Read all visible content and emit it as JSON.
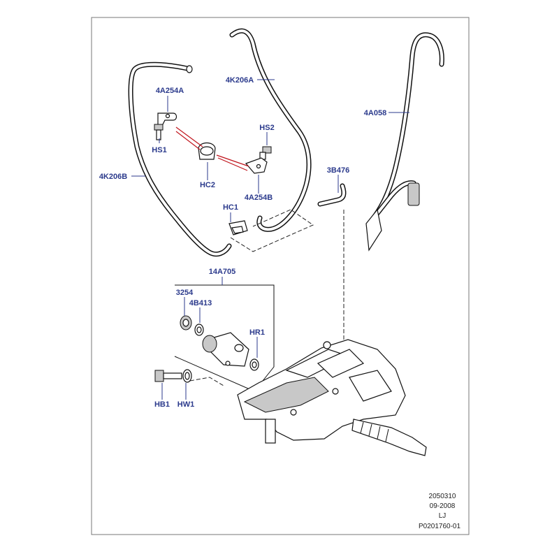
{
  "callouts": {
    "4A254A": "4A254A",
    "HS1": "HS1",
    "HC2": "HC2",
    "HS2": "HS2",
    "4A254B": "4A254B",
    "4K206A": "4K206A",
    "4K206B": "4K206B",
    "HC1": "HC1",
    "4A058": "4A058",
    "3B476": "3B476",
    "14A705": "14A705",
    "3254": "3254",
    "4B413": "4B413",
    "HR1": "HR1",
    "HB1": "HB1",
    "HW1": "HW1"
  },
  "footer": {
    "line1": "2050310",
    "line2": "09-2008",
    "line3": "LJ",
    "line4": "P0201760-01"
  },
  "colors": {
    "callout_text": "#2b3a8c",
    "connector_red": "#c0141c",
    "frame": "#777777"
  }
}
